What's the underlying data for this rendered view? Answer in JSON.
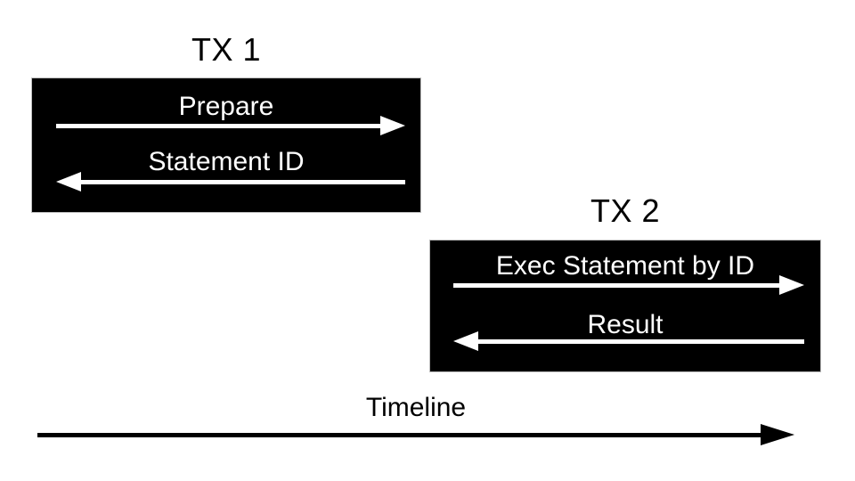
{
  "diagram": {
    "tx1": {
      "title": "TX 1",
      "messages": [
        {
          "label": "Prepare",
          "direction": "right"
        },
        {
          "label": "Statement ID",
          "direction": "left"
        }
      ]
    },
    "tx2": {
      "title": "TX 2",
      "messages": [
        {
          "label": "Exec Statement by ID",
          "direction": "right"
        },
        {
          "label": "Result",
          "direction": "left"
        }
      ]
    },
    "timeline": {
      "label": "Timeline",
      "direction": "right"
    },
    "colors": {
      "canvas_background": "#ffffff",
      "box_background": "#000000",
      "box_text": "#ffffff",
      "timeline_color": "#000000"
    }
  }
}
